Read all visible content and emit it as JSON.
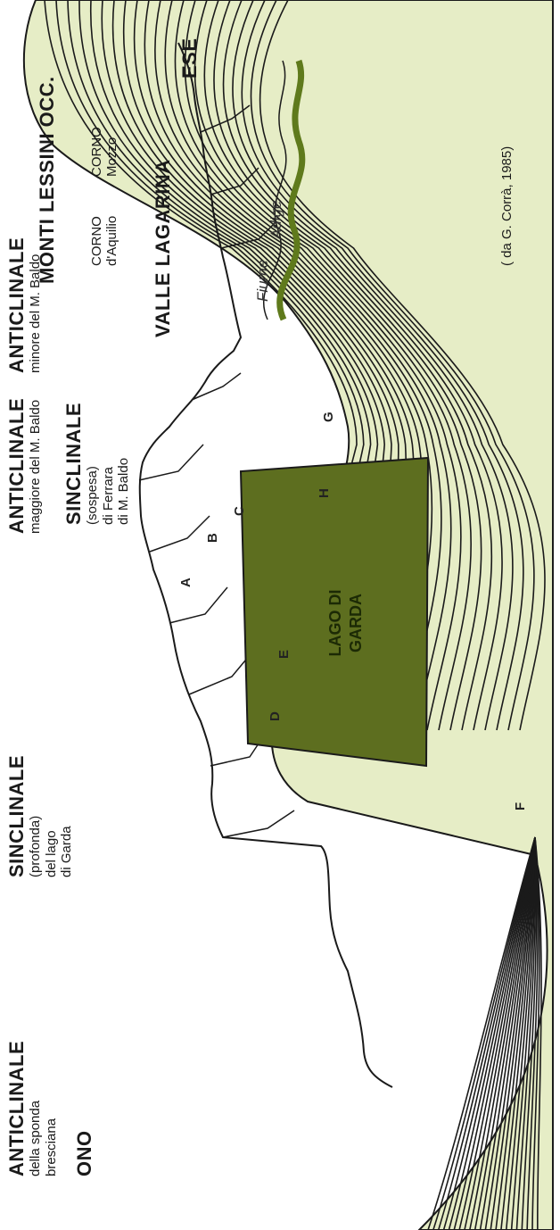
{
  "labels": {
    "anticlinale_sponda": {
      "title": "ANTICLINALE",
      "sub1": "della sponda",
      "sub2": "bresciana"
    },
    "ono": "ONO",
    "sinclinale_garda": {
      "title": "SINCLINALE",
      "sub1": "(profonda)",
      "sub2": "del lago",
      "sub3": "di Garda"
    },
    "anticlinale_maggiore": {
      "title": "ANTICLINALE",
      "sub1": "maggiore del M. Baldo"
    },
    "sinclinale_ferrara": {
      "title": "SINCLINALE",
      "sub1": "(sospesa)",
      "sub2": "di Ferrara",
      "sub3": "di M. Baldo"
    },
    "anticlinale_minore": {
      "title": "ANTICLINALE",
      "sub1": "minore del M. Baldo"
    },
    "valle_lagarina": "VALLE LAGARINA",
    "corno_aquilio": {
      "line1": "CORNO",
      "line2": "d'Aquilio"
    },
    "corno_mozzo": {
      "line1": "CORNO",
      "line2": "Mozzo"
    },
    "monti_lessini": "MONTI LESSINI OCC.",
    "ese": "ESE",
    "credit": "( da G. Corrà, 1985)",
    "lake": {
      "line1": "LAGO DI",
      "line2": "GARDA"
    },
    "river": {
      "line1": "Fiume",
      "line2": "Adige"
    }
  },
  "unit_letters": [
    "A",
    "B",
    "C",
    "D",
    "E",
    "F",
    "G",
    "H"
  ],
  "colors": {
    "strata_fill": "#e6edc6",
    "lake_fill": "#5d6e1f",
    "river_band": "#5f7a1c",
    "ink": "#1a1a1a"
  }
}
